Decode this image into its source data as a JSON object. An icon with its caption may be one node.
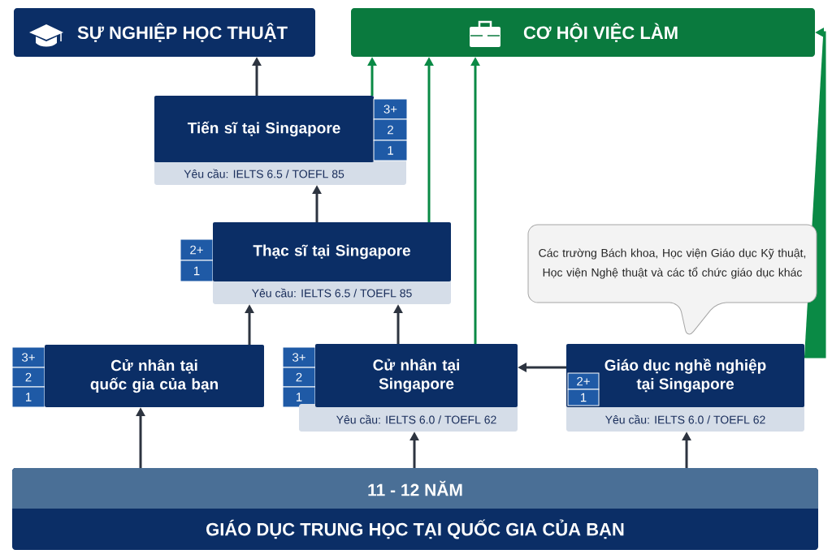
{
  "diagram": {
    "nodes": [
      {
        "text": [
          "SỰ NGHIỆP HỌC THUẬT"
        ]
      },
      {
        "text": [
          "CƠ HỘI VIỆC LÀM"
        ]
      },
      {
        "text": [
          "Tiến sĩ tại Singapore",
          "Yêu cầu: IELTS 6.5 / TOEFL 85"
        ]
      },
      {
        "text": [
          "3+"
        ]
      },
      {
        "text": [
          "2"
        ]
      },
      {
        "text": [
          "1"
        ]
      },
      {
        "text": [
          "2+"
        ]
      },
      {
        "text": [
          "1"
        ]
      },
      {
        "text": [
          "Thạc sĩ tại Singapore",
          "Yêu cầu: IELTS 6.5 / TOEFL 85"
        ]
      },
      {
        "text": [
          "Các trường Bách khoa, Học viện Giáo dục Kỹ thuật, Học viện Nghệ thuật và các tổ chức giáo dục khác"
        ]
      },
      {
        "text": [
          "3+"
        ]
      },
      {
        "text": [
          "2"
        ]
      },
      {
        "text": [
          "1"
        ]
      },
      {
        "text": [
          "Cử nhân tại quốc gia của bạn"
        ]
      },
      {
        "text": [
          "3+"
        ]
      },
      {
        "text": [
          "2"
        ]
      },
      {
        "text": [
          "1"
        ]
      },
      {
        "text": [
          "Cử nhân tại Singapore",
          "Yêu cầu: IELTS 6.0 / TOEFL 62"
        ]
      },
      {
        "text": [
          "Giáo dục nghề nghiệp tại Singapore",
          "Yêu cầu: IELTS 6.0 / TOEFL 62"
        ]
      },
      {
        "text": [
          "2+"
        ],
        "in": 18
      },
      {
        "text": [
          "1"
        ],
        "in": 18
      },
      {
        "text": [
          "11 - 12 NĂM",
          "GIÁO DỤC TRUNG HỌC TẠI QUỐC GIA CỦA BẠN"
        ]
      }
    ],
    "edges": [
      {
        "from": 2,
        "to": 0,
        "arrow": "to"
      },
      {
        "from": 2,
        "to": 1,
        "arrow": "to",
        "color": "#0a8a45"
      },
      {
        "from": 8,
        "to": 2,
        "arrow": "to"
      },
      {
        "from": 8,
        "to": 1,
        "arrow": "to",
        "color": "#0a8a45"
      },
      {
        "from": 13,
        "to": 8,
        "arrow": "to"
      },
      {
        "from": 17,
        "to": 8,
        "arrow": "to"
      },
      {
        "from": 17,
        "to": 1,
        "arrow": "to",
        "color": "#0a8a45"
      },
      {
        "from": 18,
        "to": 17,
        "arrow": "to"
      },
      {
        "from": 18,
        "to": 1,
        "arrow": "to",
        "color": "#0a8a45"
      },
      {
        "from": 21,
        "to": 13,
        "arrow": "to"
      },
      {
        "from": 21,
        "to": 17,
        "arrow": "to"
      },
      {
        "from": 21,
        "to": 18,
        "arrow": "to"
      }
    ]
  }
}
